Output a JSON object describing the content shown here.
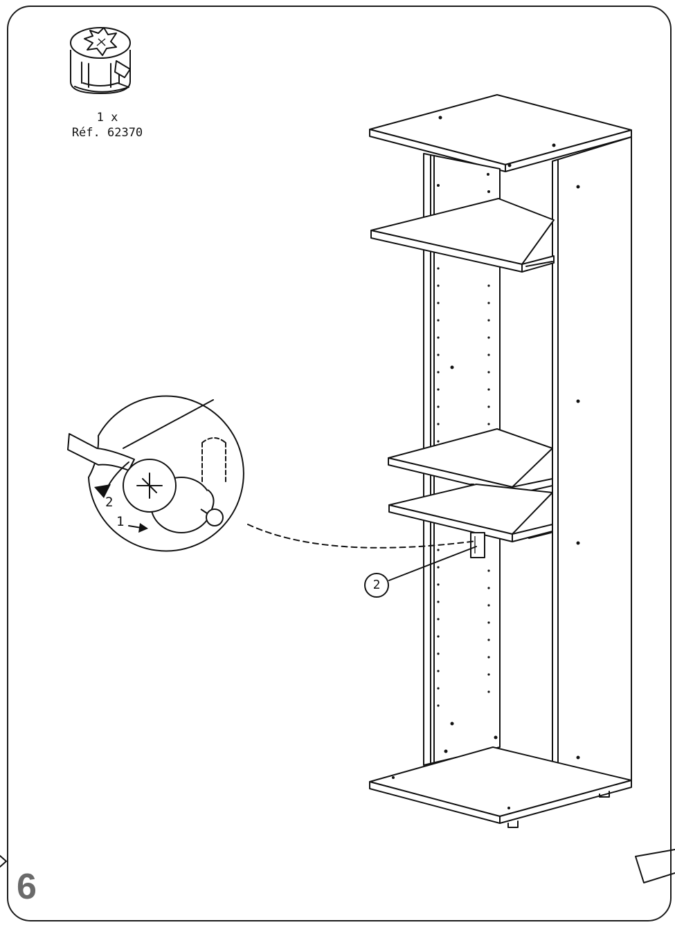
{
  "step": {
    "number": "6"
  },
  "hardware": {
    "quantity": "1 x",
    "reference": "Réf. 62370",
    "icon": "cam-lock-fitting-icon"
  },
  "detail": {
    "step_1_label": "1",
    "step_2_label": "2",
    "tool_icon": "screwdriver-icon"
  },
  "callout": {
    "label": "2"
  },
  "navigation": {
    "previous_icon": "arrow-left-icon",
    "next_icon": "arrow-right-icon"
  }
}
